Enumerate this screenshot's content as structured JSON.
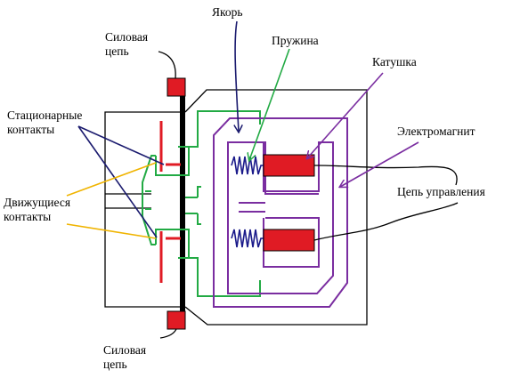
{
  "labels": {
    "power_circuit_top": [
      "Силовая",
      "цепь"
    ],
    "power_circuit_bottom": [
      "Силовая",
      "цепь"
    ],
    "armature": "Якорь",
    "spring": "Пружина",
    "coil": "Катушка",
    "electromagnet": "Электромагнит",
    "control_circuit": "Цепь управления",
    "stationary_contacts": [
      "Стационарные",
      "контакты"
    ],
    "moving_contacts": [
      "Движущиеся",
      "контакты"
    ]
  },
  "colors": {
    "frame": "#000000",
    "power_terminal": "#e01b24",
    "contact": "#e01b24",
    "armature": "#22aa44",
    "electromagnet": "#7a2da0",
    "coil": "#e01b24",
    "spring": "#1a1a8a",
    "armature_pointer": "#1a1a6e",
    "spring_pointer": "#22aa44",
    "coil_pointer": "#7a2da0",
    "stationary_pointer": "#1a1a6e",
    "moving_pointer": "#f0b400"
  }
}
